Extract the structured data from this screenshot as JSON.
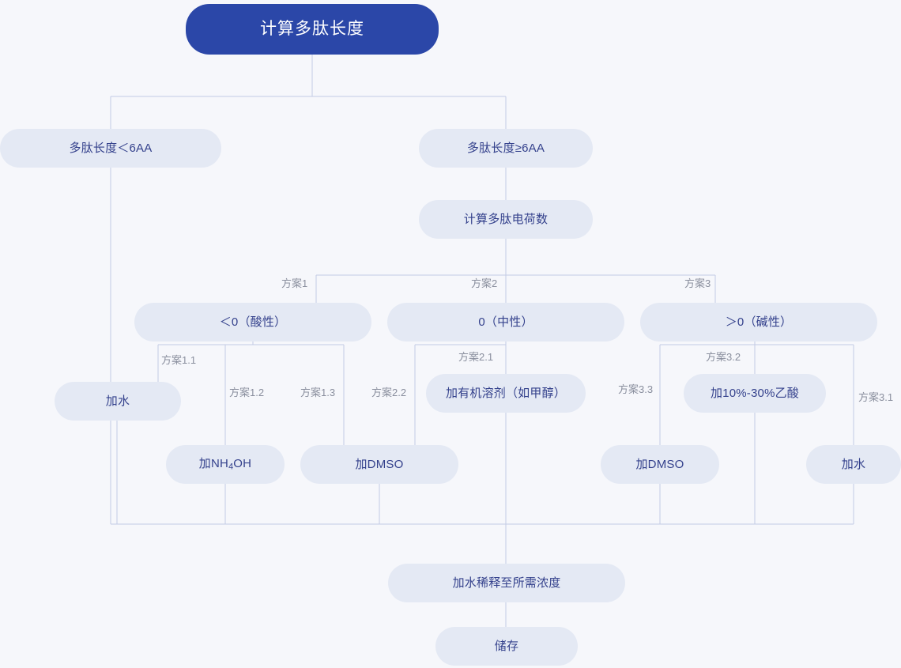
{
  "diagram": {
    "title": "计算多肽长度",
    "background_color": "#f6f7fb",
    "node_fill": "#e4e9f4",
    "node_text_color": "#34418c",
    "root_fill": "#2b47a8",
    "root_text_color": "#ffffff",
    "edge_color": "#c3cbe4",
    "edge_label_color": "#8a8f9e"
  },
  "nodes": {
    "root": "计算多肽长度",
    "len_lt6": "多肽长度＜6AA",
    "len_ge6": "多肽长度≥6AA",
    "calc_charge": "计算多肽电荷数",
    "charge_neg": "＜0（酸性）",
    "charge_zero": "0（中性）",
    "charge_pos": "＞0（碱性）",
    "add_water_left": "加水",
    "add_nh4oh_pre": "加NH",
    "add_nh4oh_sub": "4",
    "add_nh4oh_post": "OH",
    "add_dmso_1": "加DMSO",
    "add_organic_solvent": "加有机溶剂（如甲醇）",
    "add_dmso_2": "加DMSO",
    "add_acetic_acid": "加10%-30%乙酸",
    "add_water_right": "加水",
    "dilute": "加水稀释至所需浓度",
    "store": "储存"
  },
  "edge_labels": {
    "plan1": "方案1",
    "plan2": "方案2",
    "plan3": "方案3",
    "plan1_1": "方案1.1",
    "plan1_2": "方案1.2",
    "plan1_3": "方案1.3",
    "plan2_1": "方案2.1",
    "plan2_2": "方案2.2",
    "plan3_1": "方案3.1",
    "plan3_2": "方案3.2",
    "plan3_3": "方案3.3"
  }
}
